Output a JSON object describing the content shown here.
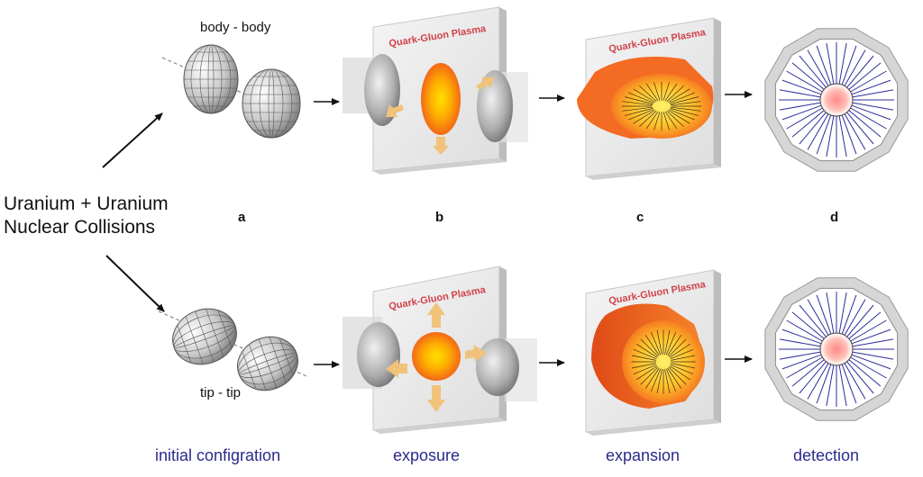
{
  "title_line1": "Uranium + Uranium",
  "title_line2": "Nuclear Collisions",
  "config_top": "body - body",
  "config_bottom": "tip - tip",
  "panels": [
    "a",
    "b",
    "c",
    "d"
  ],
  "plasma_label": "Quark-Gluon Plasma",
  "stages": [
    "initial configration",
    "exposure",
    "expansion",
    "detection"
  ],
  "colors": {
    "stage_text": "#2a2a8c",
    "plasma_text": "#d0434b",
    "plasma_outer": "#f26a1f",
    "plasma_core": "#ffd200",
    "pressure_arrow": "#f0c27a",
    "detector_spokes": "#2d2d9a"
  }
}
